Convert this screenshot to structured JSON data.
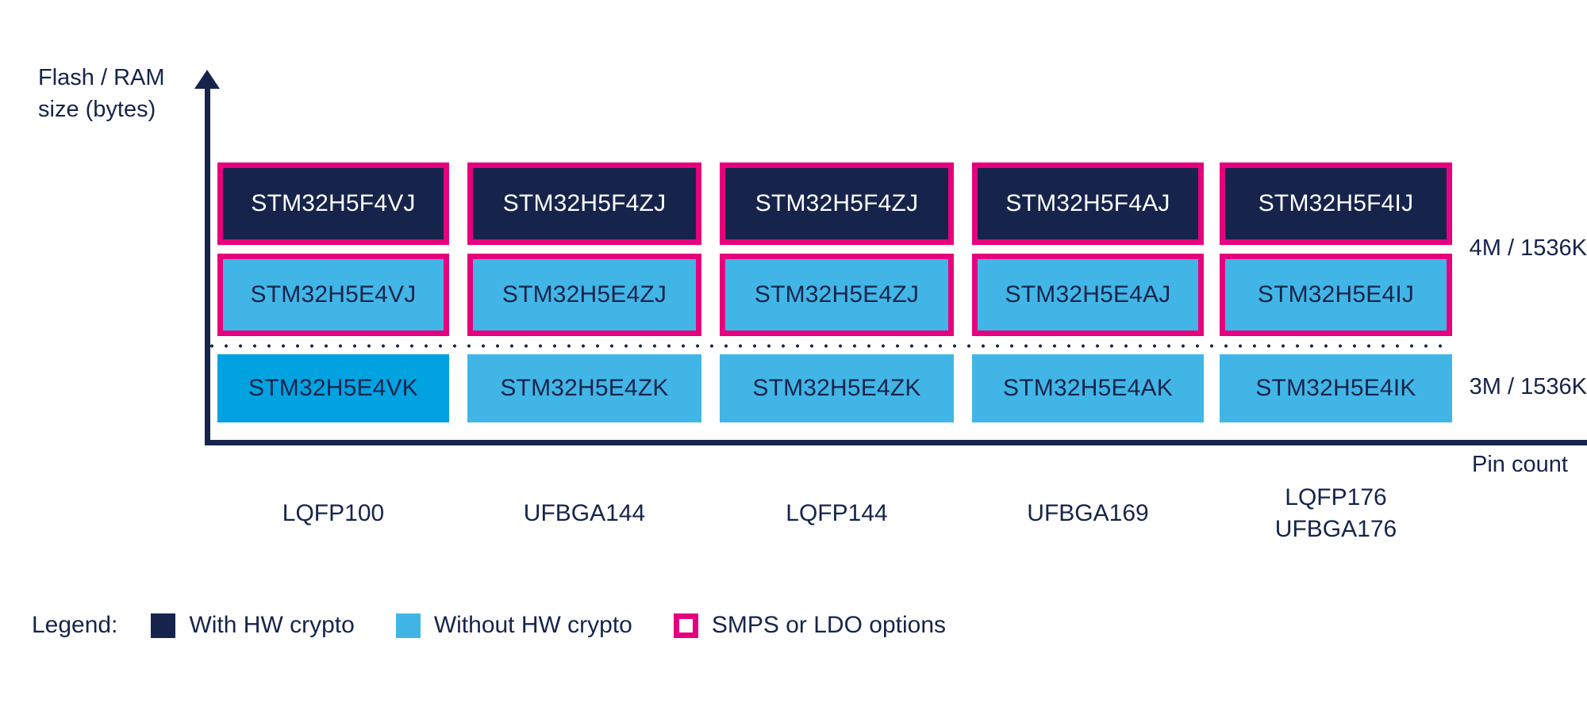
{
  "axes": {
    "y_label_line1": "Flash / RAM",
    "y_label_line2": "size (bytes)",
    "x_label": "Pin count",
    "y_ticks": [
      "4M / 1536K",
      "3M / 1536K"
    ]
  },
  "categories": [
    {
      "line1": "LQFP100",
      "line2": ""
    },
    {
      "line1": "UFBGA144",
      "line2": ""
    },
    {
      "line1": "LQFP144",
      "line2": ""
    },
    {
      "line1": "UFBGA169",
      "line2": ""
    },
    {
      "line1": "LQFP176",
      "line2": "UFBGA176"
    }
  ],
  "rows": [
    {
      "tier": "4M / 1536K",
      "parts": [
        "STM32H5F4VJ",
        "STM32H5F4ZJ",
        "STM32H5F4ZJ",
        "STM32H5F4AJ",
        "STM32H5F4IJ"
      ]
    },
    {
      "tier": "4M / 1536K",
      "parts": [
        "STM32H5E4VJ",
        "STM32H5E4ZJ",
        "STM32H5E4ZJ",
        "STM32H5E4AJ",
        "STM32H5E4IJ"
      ]
    },
    {
      "tier": "3M / 1536K",
      "parts": [
        "STM32H5E4VK",
        "STM32H5E4ZK",
        "STM32H5E4ZK",
        "STM32H5E4AK",
        "STM32H5E4IK"
      ]
    }
  ],
  "legend": {
    "title": "Legend:",
    "items": [
      {
        "label": "With HW crypto",
        "swatch": "navy-square"
      },
      {
        "label": "Without HW crypto",
        "swatch": "blue-square"
      },
      {
        "label": "SMPS or LDO options",
        "swatch": "magenta-outline-square"
      }
    ]
  },
  "colors": {
    "navy": "#16244C",
    "magenta": "#E6007E",
    "light_blue": "#41B6E6",
    "bright_blue": "#00A3E0",
    "white": "#FFFFFF"
  },
  "chart_data": {
    "type": "table",
    "title": "",
    "xlabel": "Pin count",
    "ylabel": "Flash / RAM size (bytes)",
    "categories": [
      "LQFP100",
      "UFBGA144",
      "LQFP144",
      "UFBGA169",
      "LQFP176 / UFBGA176"
    ],
    "y_tick_labels": [
      "4M / 1536K",
      "3M / 1536K"
    ],
    "grid": false,
    "legend_position": "bottom-left",
    "series": [
      {
        "name": "With HW crypto (SMPS or LDO options)",
        "tier": "4M / 1536K",
        "fill": "#16244C",
        "outline": "#E6007E",
        "values": [
          "STM32H5F4VJ",
          "STM32H5F4ZJ",
          "STM32H5F4ZJ",
          "STM32H5F4AJ",
          "STM32H5F4IJ"
        ]
      },
      {
        "name": "Without HW crypto (SMPS or LDO options)",
        "tier": "4M / 1536K",
        "fill": "#41B6E6",
        "outline": "#E6007E",
        "values": [
          "STM32H5E4VJ",
          "STM32H5E4ZJ",
          "STM32H5E4ZJ",
          "STM32H5E4AJ",
          "STM32H5E4IJ"
        ]
      },
      {
        "name": "Without HW crypto",
        "tier": "3M / 1536K",
        "fill": "#41B6E6",
        "outline": "none",
        "values": [
          "STM32H5E4VK",
          "STM32H5E4ZK",
          "STM32H5E4ZK",
          "STM32H5E4AK",
          "STM32H5E4IK"
        ]
      }
    ]
  }
}
